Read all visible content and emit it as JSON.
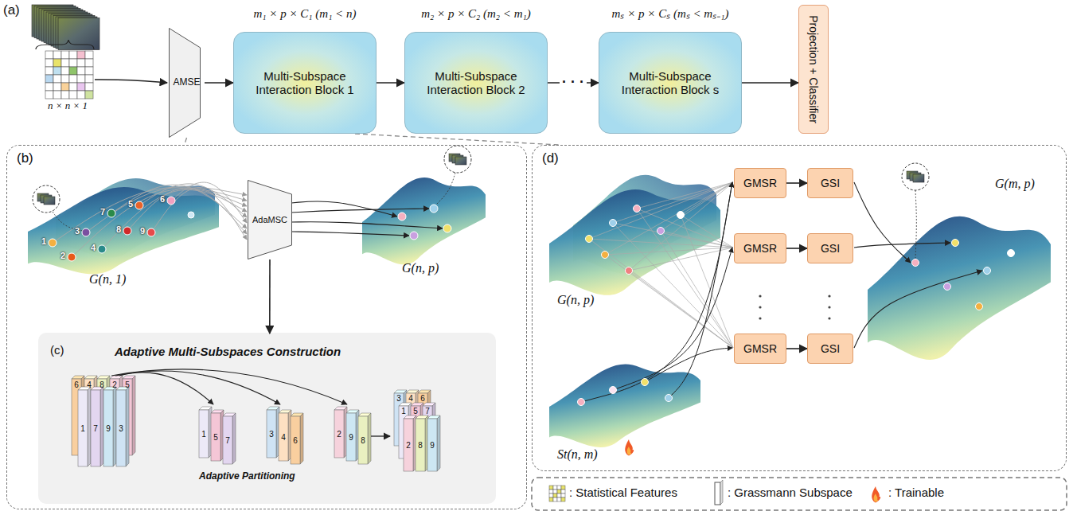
{
  "diagram": {
    "nodes": [
      {
        "text": [
          "AMSE"
        ]
      },
      {
        "text": [
          "Multi-Subspace Interaction Block 1"
        ]
      },
      {
        "text": [
          "Multi-Subspace Interaction Block 2"
        ]
      },
      {
        "text": [
          "Multi-Subspace Interaction Block s"
        ]
      },
      {
        "text": [
          "Projection + Classifier"
        ]
      },
      {
        "text": [
          "(b)"
        ]
      },
      {
        "text": [
          "AdaMSC"
        ],
        "in": 5
      },
      {
        "text": [
          "(c)",
          "Adaptive Multi-Subspaces Construction"
        ],
        "in": 5
      },
      {
        "text": [
          "(d)"
        ]
      },
      {
        "text": [
          "GMSR"
        ],
        "in": 8
      },
      {
        "text": [
          "GMSR"
        ],
        "in": 8
      },
      {
        "text": [
          "GMSR"
        ],
        "in": 8
      },
      {
        "text": [
          "GSI"
        ],
        "in": 8
      },
      {
        "text": [
          "GSI"
        ],
        "in": 8
      },
      {
        "text": [
          "GSI"
        ],
        "in": 8
      }
    ],
    "edges": [
      {
        "from": 0,
        "to": 1,
        "arrow": "to"
      },
      {
        "from": 1,
        "to": 2,
        "arrow": "to"
      },
      {
        "from": 2,
        "to": 3,
        "arrow": "to",
        "label": "· · ·"
      },
      {
        "from": 3,
        "to": 4,
        "arrow": "to"
      },
      {
        "from": 0,
        "to": 5,
        "arrow": "none"
      },
      {
        "from": 1,
        "to": 8,
        "arrow": "none"
      },
      {
        "from": 6,
        "to": 7,
        "arrow": "to"
      },
      {
        "from": 9,
        "to": 12,
        "arrow": "to"
      },
      {
        "from": 10,
        "to": 13,
        "arrow": "to"
      },
      {
        "from": 11,
        "to": 14,
        "arrow": "to"
      }
    ],
    "labels": [
      "(a)",
      "n × n × 1",
      "m₁ × p × C₁ (m₁ < n)",
      "m₂ × p × C₂ (m₂ < m₁)",
      "mₛ × p × Cₛ (mₛ < mₛ₋₁)",
      "1",
      "2",
      "3",
      "4",
      "5",
      "6",
      "7",
      "8",
      "9",
      "G(n, 1)",
      "G(n, p)",
      "Adaptive Partitioning",
      "6",
      "4",
      "8",
      "2",
      "5",
      "1",
      "7",
      "9",
      "3",
      "1",
      "5",
      "7",
      "3",
      "4",
      "6",
      "2",
      "9",
      "8",
      "3",
      "4",
      "6",
      "1",
      "5",
      "7",
      "2",
      "8",
      "9",
      "G(n, p)",
      "St(n, m)",
      "G(m, p)"
    ],
    "legend": [
      {
        "text": ": Statistical Features"
      },
      {
        "text": ": Grassmann Subspace"
      },
      {
        "text": ": Trainable"
      }
    ]
  }
}
